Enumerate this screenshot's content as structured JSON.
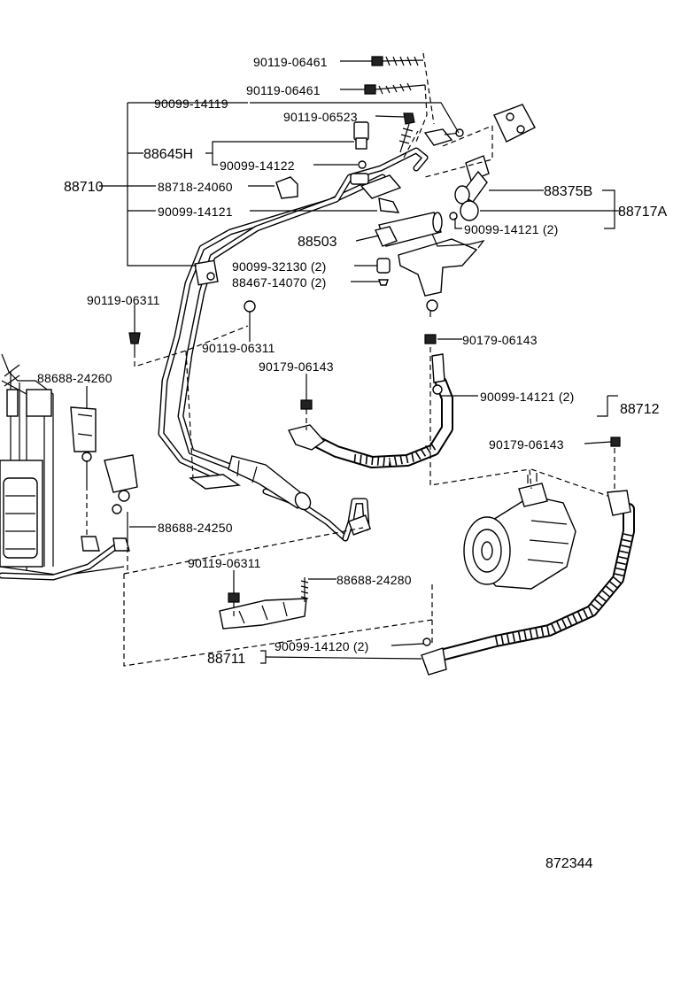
{
  "labels": {
    "p90119_06461_a": "90119-06461",
    "p90119_06461_b": "90119-06461",
    "p90099_14119": "90099-14119",
    "p90119_06523": "90119-06523",
    "p88645H": "88645H",
    "p90099_14122": "90099-14122",
    "p88710": "88710",
    "p88718_24060": "88718-24060",
    "p88375B": "88375B",
    "p88717A": "88717A",
    "p90099_14121_a": "90099-14121",
    "p90099_14121_b": "90099-14121 (2)",
    "p88503": "88503",
    "p90099_32130": "90099-32130 (2)",
    "p88467_14070": "88467-14070 (2)",
    "p90119_06311_a": "90119-06311",
    "p90119_06311_b": "90119-06311",
    "p90179_06143_a": "90179-06143",
    "p90179_06143_b": "90179-06143",
    "p88688_24260": "88688-24260",
    "p90099_14121_c": "90099-14121 (2)",
    "p88712": "88712",
    "p90179_06143_c": "90179-06143",
    "p88688_24250": "88688-24250",
    "p90119_06311_c": "90119-06311",
    "p88688_24280": "88688-24280",
    "p90099_14120": "90099-14120 (2)",
    "p88711": "88711",
    "diagram_no": "872344"
  }
}
